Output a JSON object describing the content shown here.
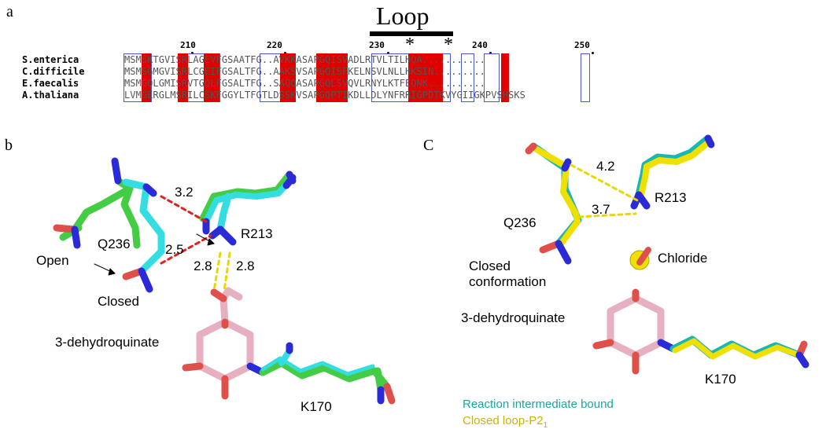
{
  "panel_a": {
    "label": "a",
    "loop_title": "Loop",
    "star": "*",
    "ticks": [
      "210",
      "220",
      "230",
      "240",
      "250"
    ],
    "species": [
      {
        "name": "S.enterica",
        "seq": "MSMSKTGVISRLAGEVFGSAATFG..AVKKASAPGQISVADLRTVLTILHQA..........."
      },
      {
        "name": "C.difficile",
        "seq": "MSMSGMGVISRLCGEIFGSALTFG..AAKSVSAPGQISFKELNSVLNLLHKSIN........."
      },
      {
        "name": "E.faecalis",
        "seq": "MSMGQLGMISRVTGQLFGSALTFG..SAQQASAPGQLSVQVLRNYLKTFEQNK.........."
      },
      {
        "name": "A.thaliana",
        "seq": "LVMGERGLMSRILCSKFGGYLTFGTLDSSKVSAPGQPTIKDLLDLYNFRRIGPDTKVYGIIGKPVSHSKS"
      }
    ]
  },
  "panel_b": {
    "label": "b",
    "distances": [
      "3.2",
      "2.5",
      "2.8",
      "2.8"
    ],
    "residue_q": "Q236",
    "residue_r": "R213",
    "residue_k": "K170",
    "open": "Open",
    "closed": "Closed",
    "ligand": "3-dehydroquinate"
  },
  "panel_c": {
    "label": "C",
    "distances": [
      "4.2",
      "3.7"
    ],
    "residue_q": "Q236",
    "residue_r": "R213",
    "residue_k": "K170",
    "chloride": "Chloride",
    "closed_conf_1": "Closed",
    "closed_conf_2": "conformation",
    "ligand": "3-dehydroquinate",
    "legend": [
      {
        "text": "Reaction intermediate bound",
        "color": "#19a6a0"
      },
      {
        "text": "Closed loop-P2",
        "sub": "1",
        "color": "#c8b400"
      }
    ]
  },
  "colors": {
    "cyan": "#33dde0",
    "green": "#44cc44",
    "yellow": "#f0e000",
    "pink": "#e6b0c0",
    "blue": "#2a2ad6",
    "red_atom": "#e0504a",
    "hbond_red": "#e02020",
    "hbond_yellow": "#e8d800",
    "identical_box": "#e00000",
    "similar_box": "#4a5acc"
  }
}
